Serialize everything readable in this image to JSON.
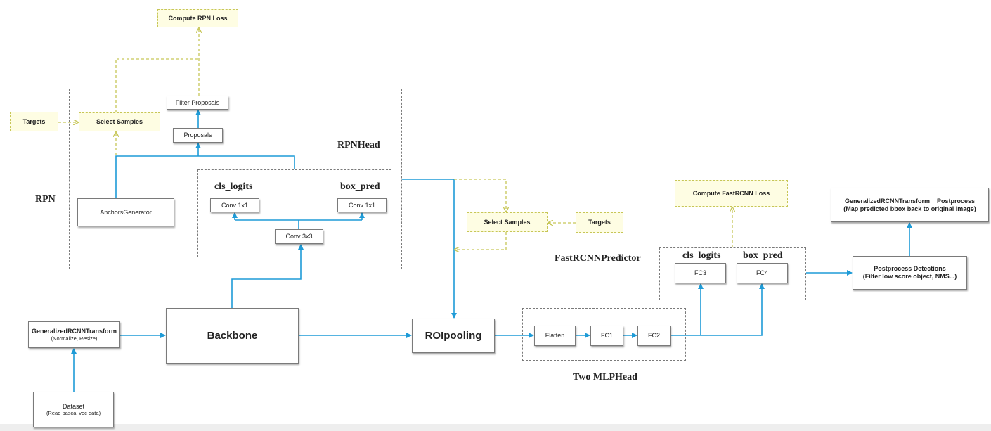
{
  "colors": {
    "flow": "#1e9bd7",
    "loss_flow": "#c7c657",
    "loss_fill": "#fefde3",
    "group_border": "#7a7a7a"
  },
  "nodes": {
    "compute_rpn_loss": "Compute RPN Loss",
    "filter_proposals": "Filter Proposals",
    "proposals": "Proposals",
    "targets_rpn": "Targets",
    "select_samples_rpn": "Select Samples",
    "anchors_generator": "AnchorsGenerator",
    "conv1x1_cls": "Conv 1x1",
    "conv1x1_box": "Conv 1x1",
    "conv3x3": "Conv 3x3",
    "transform_title": "GeneralizedRCNNTransform",
    "transform_sub": "(Normalize, Resize)",
    "backbone": "Backbone",
    "roipooling": "ROIpooling",
    "dataset_title": "Dataset",
    "dataset_sub": "(Read pascal voc data)",
    "select_samples_fast": "Select Samples",
    "targets_fast": "Targets",
    "compute_fastrcnn_loss": "Compute FastRCNN Loss",
    "flatten": "Flatten",
    "fc1": "FC1",
    "fc2": "FC2",
    "fc3": "FC3",
    "fc4": "FC4",
    "postprocess_transform_title": "GeneralizedRCNNTransform    Postprocess",
    "postprocess_transform_sub": "(Map predicted bbox back to original image)",
    "postprocess_detections_title": "Postprocess Detections",
    "postprocess_detections_sub": "(Filter low score object,  NMS...)"
  },
  "labels": {
    "rpn": "RPN",
    "rpnhead": "RPNHead",
    "rpn_cls_logits": "cls_logits",
    "rpn_box_pred": "box_pred",
    "fastrcnn_predictor": "FastRCNNPredictor",
    "fast_cls_logits": "cls_logits",
    "fast_box_pred": "box_pred",
    "two_mlphead": "Two MLPHead"
  }
}
